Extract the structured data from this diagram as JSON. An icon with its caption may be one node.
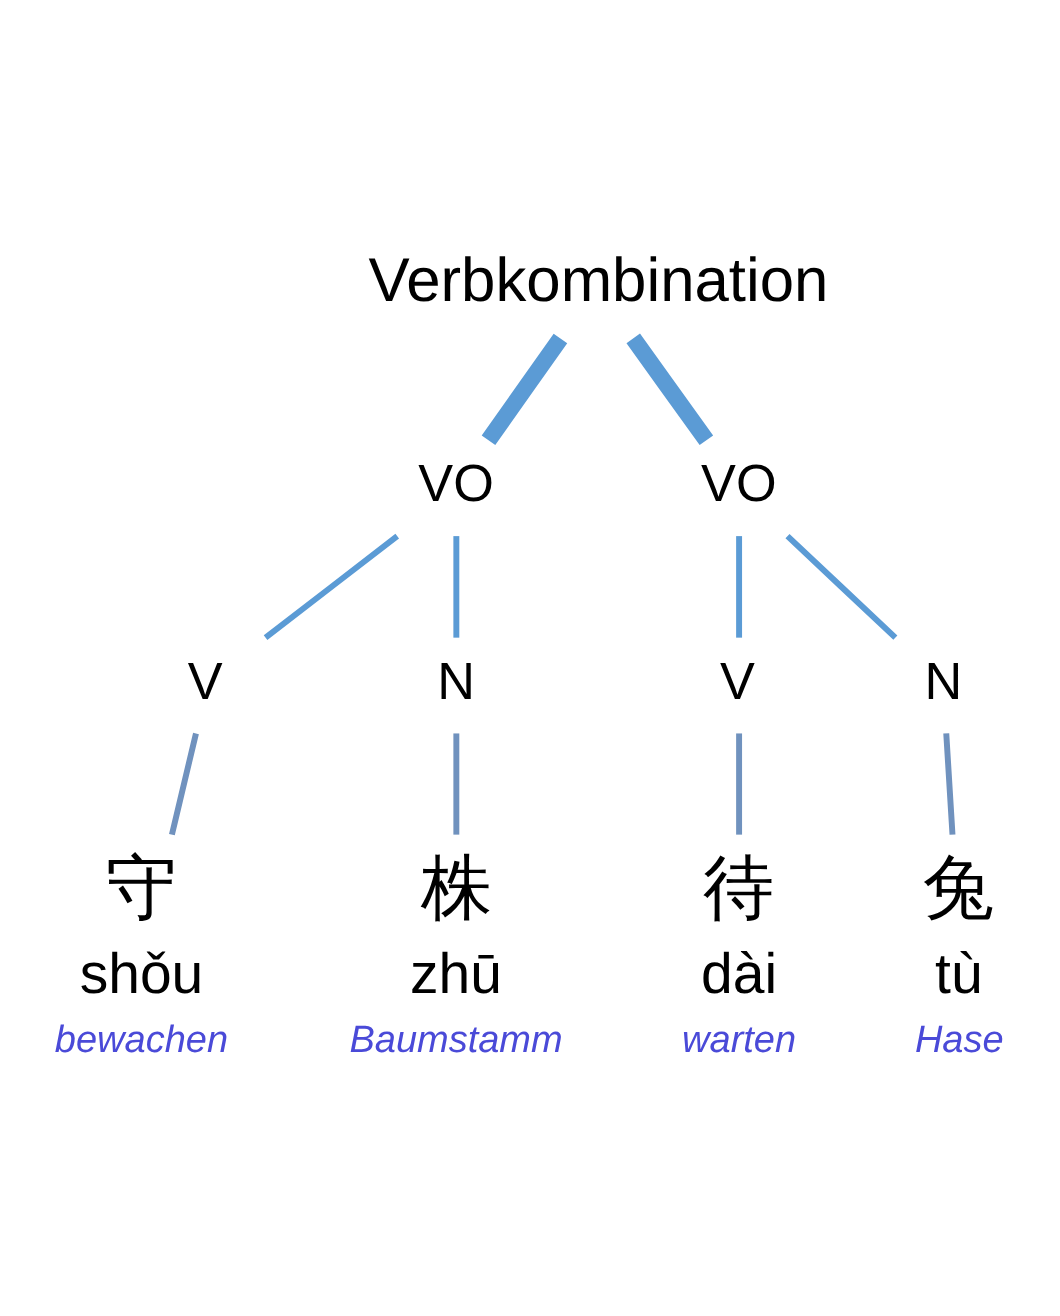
{
  "diagram": {
    "nodes": [
      {
        "text": [
          "Verbkombination"
        ]
      },
      {
        "text": [
          "VO"
        ]
      },
      {
        "text": [
          "VO"
        ]
      },
      {
        "text": [
          "V"
        ]
      },
      {
        "text": [
          "N"
        ]
      },
      {
        "text": [
          "V"
        ]
      },
      {
        "text": [
          "N"
        ]
      },
      {
        "text": [
          "守"
        ],
        "beside": [
          "shǒu",
          "bewachen"
        ]
      },
      {
        "text": [
          "株"
        ],
        "beside": [
          "zhū",
          "Baumstamm"
        ]
      },
      {
        "text": [
          "待"
        ],
        "beside": [
          "dài",
          "warten"
        ]
      },
      {
        "text": [
          "兔"
        ],
        "beside": [
          "tù",
          "Hase"
        ]
      }
    ],
    "edges": [
      {
        "from": 0,
        "to": 1,
        "arrow": "none",
        "style": "thick"
      },
      {
        "from": 0,
        "to": 2,
        "arrow": "none",
        "style": "thick"
      },
      {
        "from": 1,
        "to": 3,
        "arrow": "none"
      },
      {
        "from": 1,
        "to": 4,
        "arrow": "none"
      },
      {
        "from": 2,
        "to": 5,
        "arrow": "none"
      },
      {
        "from": 2,
        "to": 6,
        "arrow": "none"
      },
      {
        "from": 3,
        "to": 7,
        "arrow": "none",
        "color": "#7092be"
      },
      {
        "from": 4,
        "to": 8,
        "arrow": "none",
        "color": "#7092be"
      },
      {
        "from": 5,
        "to": 9,
        "arrow": "none",
        "color": "#7092be"
      },
      {
        "from": 6,
        "to": 10,
        "arrow": "none",
        "color": "#7092be"
      }
    ]
  }
}
